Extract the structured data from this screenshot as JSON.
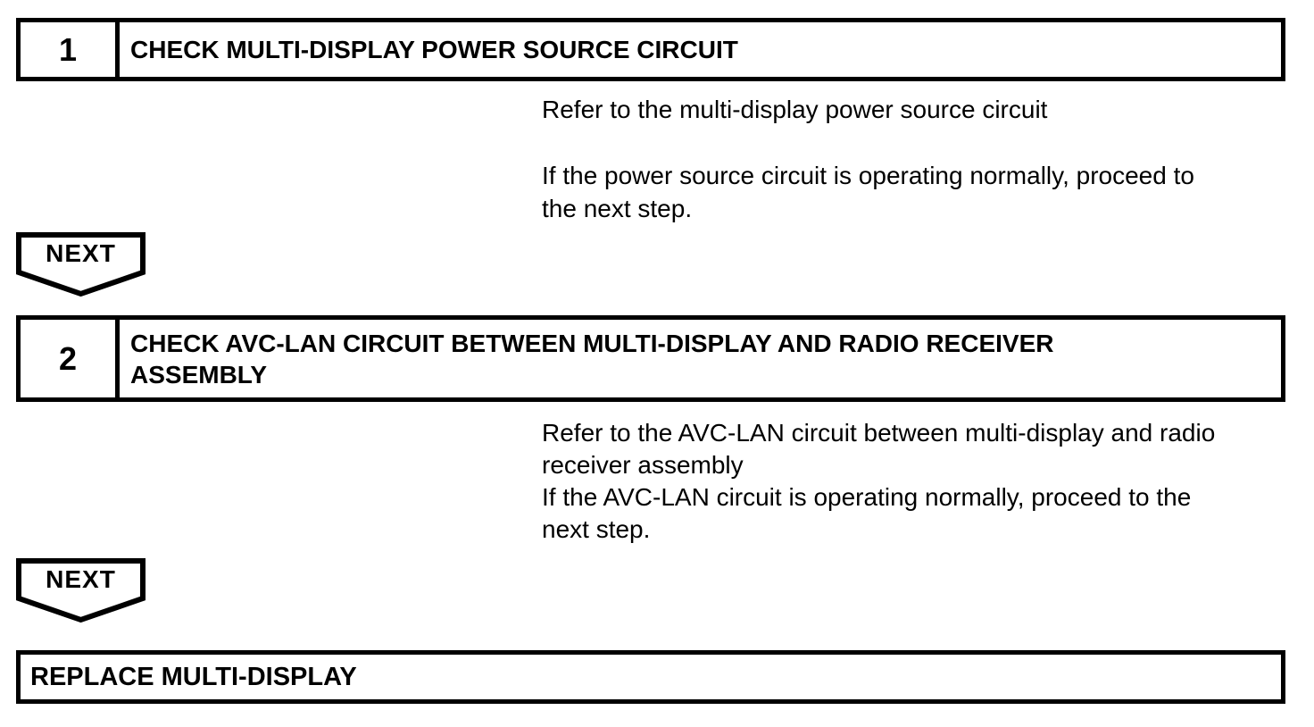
{
  "page": {
    "background_color": "#ffffff",
    "ink_color": "#000000"
  },
  "steps": [
    {
      "number": "1",
      "title_lines": [
        "CHECK MULTI-DISPLAY POWER SOURCE CIRCUIT"
      ],
      "paragraphs": [
        {
          "lines": [
            "Refer to the multi-display power source circuit"
          ]
        },
        {
          "lines": [
            "If the power source circuit is operating normally, proceed to",
            "the next step."
          ]
        }
      ],
      "connector_label": "NEXT"
    },
    {
      "number": "2",
      "title_lines": [
        "CHECK AVC-LAN CIRCUIT BETWEEN MULTI-DISPLAY AND RADIO RECEIVER",
        "ASSEMBLY"
      ],
      "paragraphs": [
        {
          "lines": [
            "Refer to the AVC-LAN circuit between multi-display and radio",
            "receiver assembly"
          ]
        },
        {
          "lines": [
            "If the AVC-LAN circuit is operating normally, proceed to the",
            "next step."
          ]
        }
      ],
      "connector_label": "NEXT"
    }
  ],
  "final_action": {
    "label": "REPLACE MULTI-DISPLAY"
  }
}
